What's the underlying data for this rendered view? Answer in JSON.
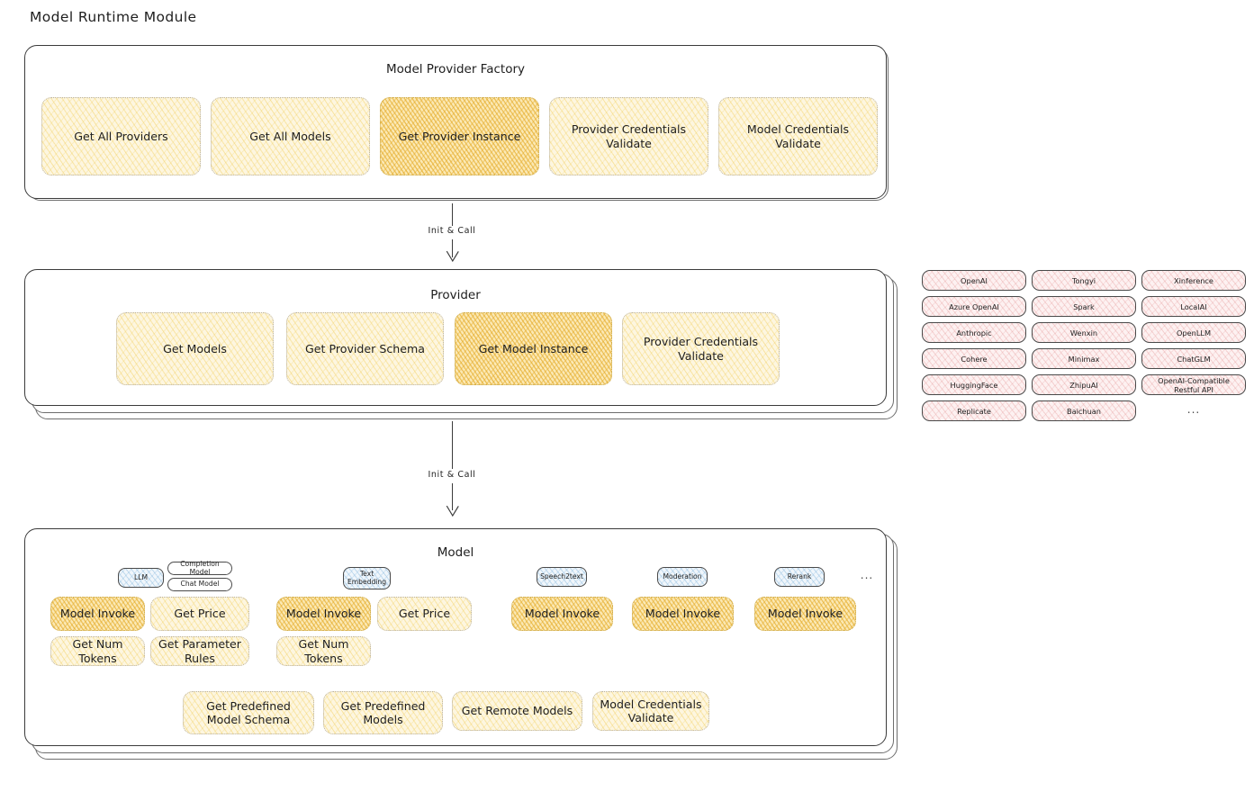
{
  "page": {
    "title": "Model Runtime Module"
  },
  "factory": {
    "title": "Model Provider Factory",
    "items": [
      {
        "label": "Get All Providers",
        "highlight": false
      },
      {
        "label": "Get All Models",
        "highlight": false
      },
      {
        "label": "Get Provider Instance",
        "highlight": true
      },
      {
        "label": "Provider Credentials Validate",
        "highlight": false
      },
      {
        "label": "Model Credentials Validate",
        "highlight": false
      }
    ]
  },
  "arrow1": {
    "label": "Init & Call"
  },
  "provider": {
    "title": "Provider",
    "items": [
      {
        "label": "Get Models",
        "highlight": false
      },
      {
        "label": "Get Provider Schema",
        "highlight": false
      },
      {
        "label": "Get Model Instance",
        "highlight": true
      },
      {
        "label": "Provider Credentials Validate",
        "highlight": false
      }
    ]
  },
  "arrow2": {
    "label": "Init & Call"
  },
  "provider_list": {
    "columns": [
      [
        "OpenAI",
        "Azure OpenAI",
        "Anthropic",
        "Cohere",
        "HuggingFace",
        "Replicate"
      ],
      [
        "Tongyi",
        "Spark",
        "Wenxin",
        "Minimax",
        "ZhipuAI",
        "Baichuan"
      ],
      [
        "Xinference",
        "LocalAI",
        "OpenLLM",
        "ChatGLM",
        "OpenAI-Compatible Restful API"
      ]
    ],
    "ellipsis": "..."
  },
  "model": {
    "title": "Model",
    "ellipsis": "...",
    "groups": [
      {
        "badges": [
          {
            "label": "LLM",
            "style": "blue"
          },
          {
            "label": "Completion Model",
            "style": "white"
          },
          {
            "label": "Chat Model",
            "style": "white"
          }
        ],
        "ops": [
          {
            "label": "Model Invoke",
            "highlight": true
          },
          {
            "label": "Get Price",
            "highlight": false
          },
          {
            "label": "Get Num Tokens",
            "highlight": false
          },
          {
            "label": "Get Parameter Rules",
            "highlight": false
          }
        ]
      },
      {
        "badges": [
          {
            "label": "Text Embedding",
            "style": "blue"
          }
        ],
        "ops": [
          {
            "label": "Model Invoke",
            "highlight": true
          },
          {
            "label": "Get Price",
            "highlight": false
          },
          {
            "label": "Get Num Tokens",
            "highlight": false
          }
        ]
      },
      {
        "badges": [
          {
            "label": "Speech2text",
            "style": "blue"
          }
        ],
        "ops": [
          {
            "label": "Model Invoke",
            "highlight": true
          }
        ]
      },
      {
        "badges": [
          {
            "label": "Moderation",
            "style": "blue"
          }
        ],
        "ops": [
          {
            "label": "Model Invoke",
            "highlight": true
          }
        ]
      },
      {
        "badges": [
          {
            "label": "Rerank",
            "style": "blue"
          }
        ],
        "ops": [
          {
            "label": "Model Invoke",
            "highlight": true
          }
        ]
      }
    ],
    "shared_ops": [
      {
        "label": "Get Predefined Model Schema"
      },
      {
        "label": "Get Predefined Models"
      },
      {
        "label": "Get Remote Models"
      },
      {
        "label": "Model Credentials Validate"
      }
    ]
  },
  "colors": {
    "yellow_fill": "#fdf6e0",
    "yellow_highlight": "#fbe9b5",
    "pink_fill": "#fdf1f1",
    "blue_fill": "#f0f6fb",
    "stroke": "#3b3b3b",
    "text": "#1e1e1e"
  }
}
